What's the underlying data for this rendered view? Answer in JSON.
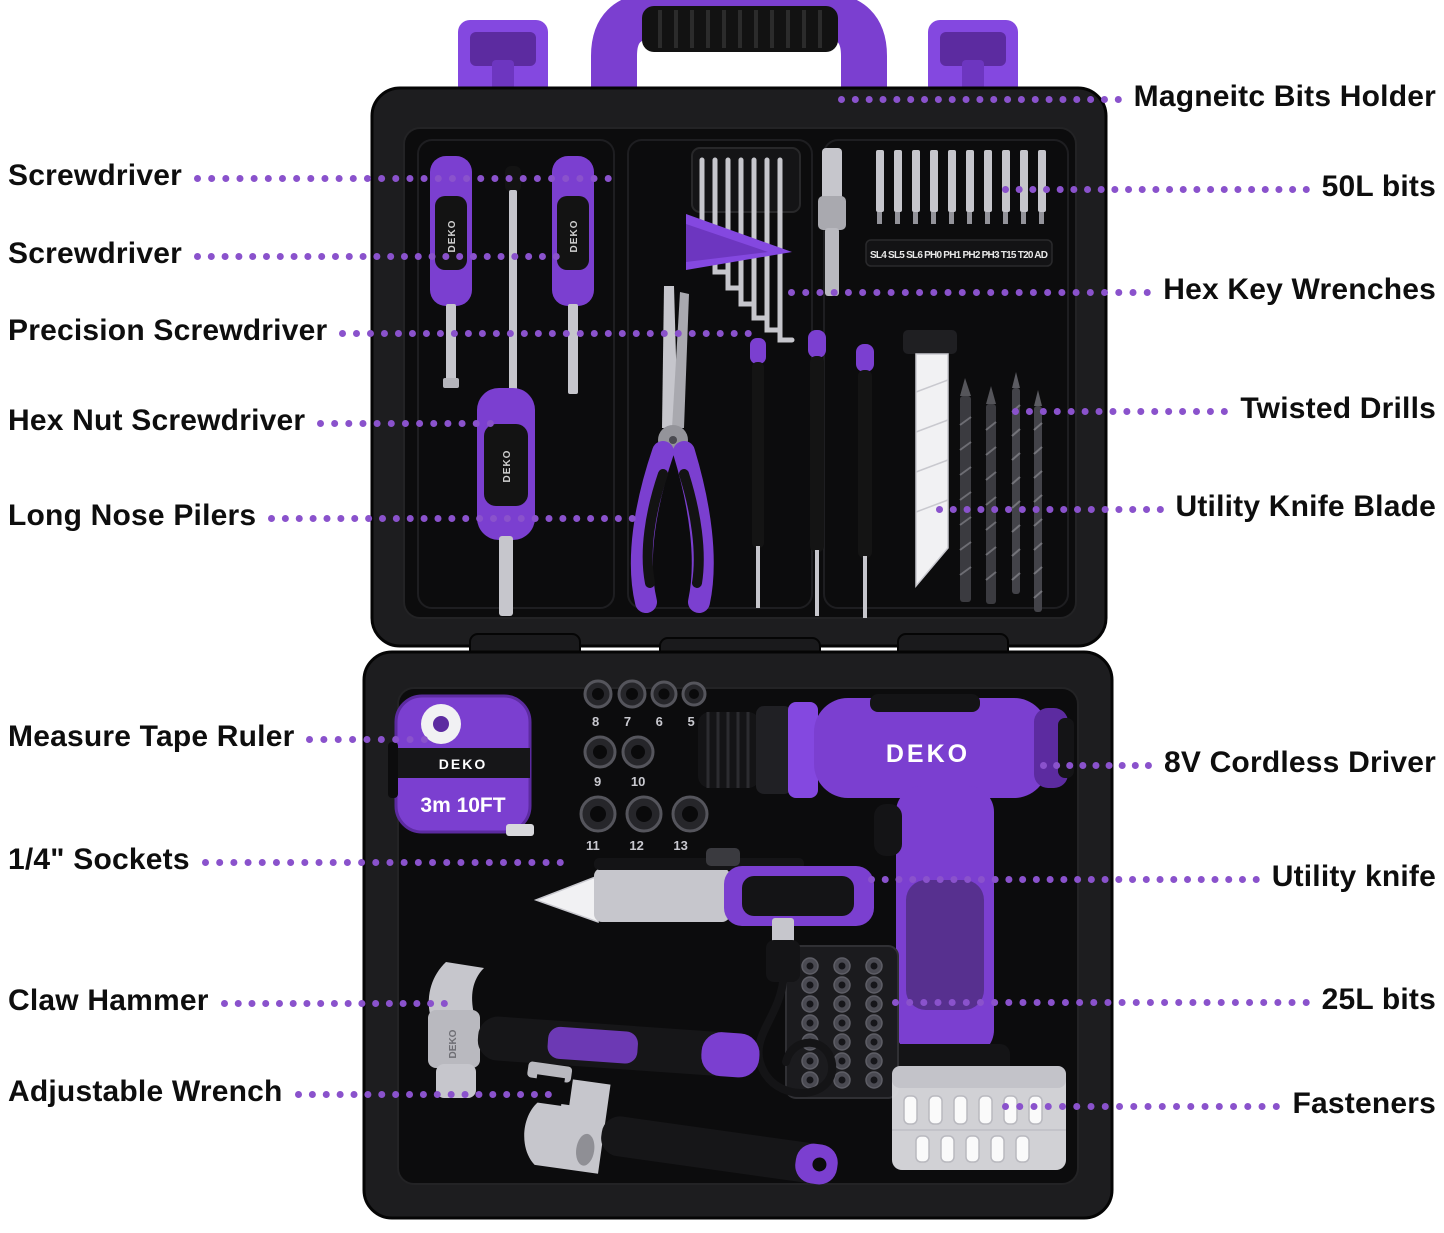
{
  "brand": "DEKO",
  "colors": {
    "background": "#ffffff",
    "leader_purple": "#8a52cc",
    "accent_purple": "#7b3fd0",
    "case_black": "#1d1d1f"
  },
  "callouts": {
    "left": [
      {
        "text": "Screwdriver"
      },
      {
        "text": "Screwdriver"
      },
      {
        "text": "Precision Screwdriver"
      },
      {
        "text": "Hex Nut Screwdriver"
      },
      {
        "text": "Long Nose Pilers"
      },
      {
        "text": "Measure Tape Ruler"
      },
      {
        "text": "1/4\" Sockets"
      },
      {
        "text": "Claw Hammer"
      },
      {
        "text": "Adjustable Wrench"
      }
    ],
    "right": [
      {
        "text": "Magneitc Bits Holder"
      },
      {
        "text": "50L bits"
      },
      {
        "text": "Hex Key Wrenches"
      },
      {
        "text": "Twisted Drills"
      },
      {
        "text": "Utility Knife Blade"
      },
      {
        "text": "8V Cordless Driver"
      },
      {
        "text": "Utility knife"
      },
      {
        "text": "25L bits"
      },
      {
        "text": "Fasteners"
      }
    ]
  },
  "case_markings": {
    "bit_strip": "SL4 SL5 SL6 PH0 PH1 PH2 PH3 T15 T20 AD",
    "tape_size": "3m 10FT",
    "socket_row_1": "8 7 6 5",
    "socket_row_2": "9 10",
    "socket_row_3": "11 12 13"
  }
}
